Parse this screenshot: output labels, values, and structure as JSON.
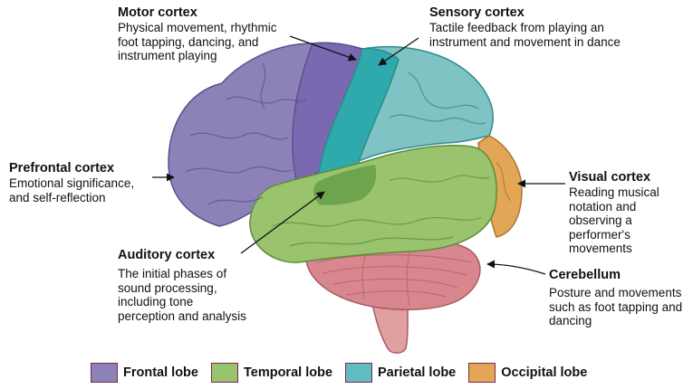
{
  "callouts": {
    "motor": {
      "title": "Motor cortex",
      "desc": [
        "Physical movement, rhythmic",
        "foot tapping, dancing, and",
        "instrument playing"
      ]
    },
    "sensory": {
      "title": "Sensory cortex",
      "desc": [
        "Tactile feedback from playing an",
        "instrument and movement in dance"
      ]
    },
    "prefrontal": {
      "title": "Prefrontal cortex",
      "desc": [
        "Emotional significance,",
        "and self-reflection"
      ]
    },
    "visual": {
      "title": "Visual cortex",
      "desc": [
        "Reading musical",
        "notation and",
        "observing a",
        "performer's",
        "movements"
      ]
    },
    "auditory": {
      "title": "Auditory cortex",
      "desc": [
        "The initial phases of",
        "sound processing,",
        "including tone",
        "perception and analysis"
      ]
    },
    "cerebellum": {
      "title": "Cerebellum",
      "desc": [
        "Posture and movements",
        "such as foot tapping and",
        "dancing"
      ]
    }
  },
  "legend": [
    {
      "label": "Frontal lobe",
      "color": "#8c82b8"
    },
    {
      "label": "Temporal lobe",
      "color": "#9ac36e"
    },
    {
      "label": "Parietal lobe",
      "color": "#5fbcc0"
    },
    {
      "label": "Occipital lobe",
      "color": "#e3a656"
    }
  ],
  "colors": {
    "frontal": "#8c82b8",
    "motor_strip": "#7a68b0",
    "parietal": "#7fc3c4",
    "sensory_strip": "#2eaaad",
    "temporal": "#9ac36e",
    "occipital": "#e3a656",
    "cerebellum": "#d9878e",
    "brainstem": "#e0a0a0"
  }
}
